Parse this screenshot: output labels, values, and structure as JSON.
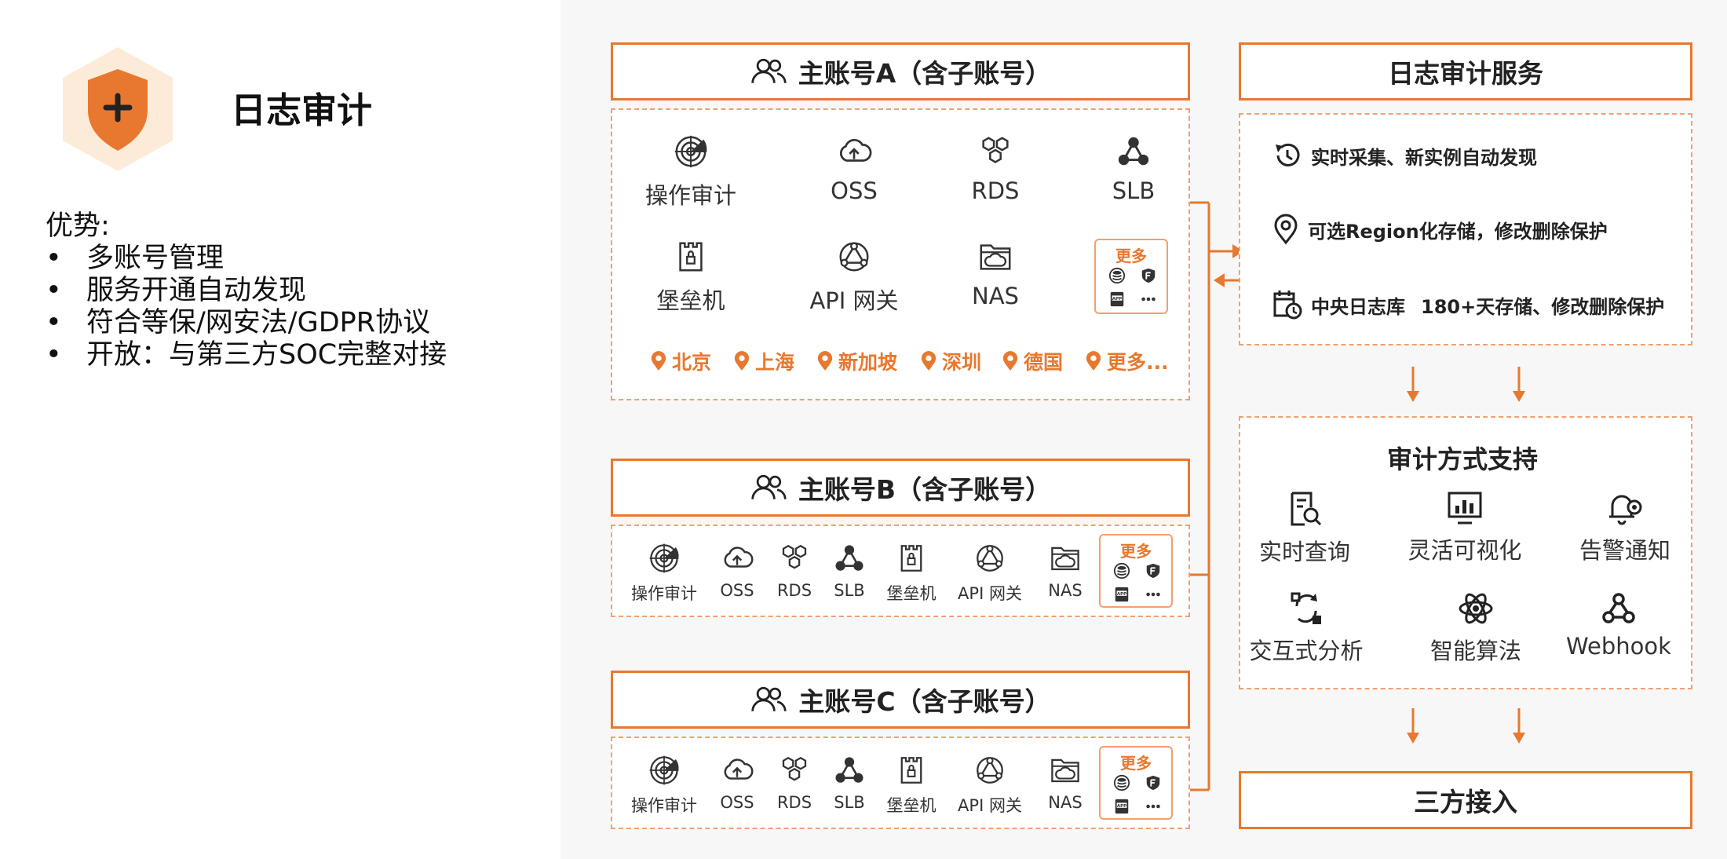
{
  "left": {
    "title": "日志审计",
    "advantages_title": "优势:",
    "advantages": [
      "多账号管理",
      "服务开通自动发现",
      "符合等保/网安法/GDPR协议",
      "开放：与第三方SOC完整对接"
    ],
    "bullet": "•"
  },
  "accounts": {
    "a": {
      "header": "主账号A（含子账号）",
      "services": [
        "操作审计",
        "OSS",
        "RDS",
        "SLB",
        "堡垒机",
        "API 网关",
        "NAS"
      ],
      "more": "更多",
      "regions": [
        "北京",
        "上海",
        "新加坡",
        "深圳",
        "德国",
        "更多..."
      ]
    },
    "b": {
      "header": "主账号B（含子账号）",
      "services": [
        "操作审计",
        "OSS",
        "RDS",
        "SLB",
        "堡垒机",
        "API 网关",
        "NAS"
      ],
      "more": "更多"
    },
    "c": {
      "header": "主账号C（含子账号）",
      "services": [
        "操作审计",
        "OSS",
        "RDS",
        "SLB",
        "堡垒机",
        "API 网关",
        "NAS"
      ],
      "more": "更多"
    }
  },
  "service": {
    "header": "日志审计服务",
    "features": [
      "实时采集、新实例自动发现",
      "可选Region化存储，修改删除保护",
      "中央日志库",
      "180+天存储、修改删除保护"
    ]
  },
  "audit": {
    "title": "审计方式支持",
    "methods": [
      "实时查询",
      "灵活可视化",
      "告警通知",
      "交互式分析",
      "智能算法",
      "Webhook"
    ]
  },
  "third_party": "三方接入",
  "colors": {
    "accent": "#e8782f",
    "dashed": "#f0a070",
    "shield_bg": "#fdebd9",
    "text": "#222222"
  }
}
